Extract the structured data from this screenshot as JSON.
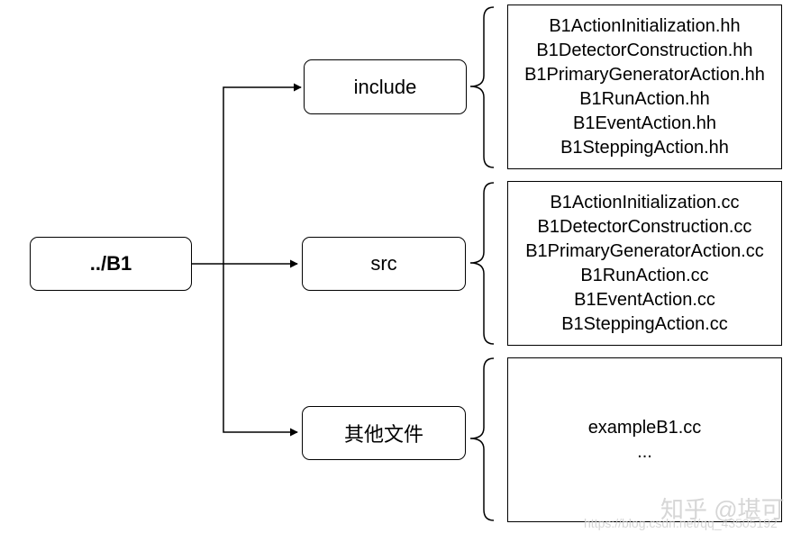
{
  "root": {
    "label": "../B1"
  },
  "folders": [
    {
      "label": "include",
      "files": [
        "B1ActionInitialization.hh",
        "B1DetectorConstruction.hh",
        "B1PrimaryGeneratorAction.hh",
        "B1RunAction.hh",
        "B1EventAction.hh",
        "B1SteppingAction.hh"
      ]
    },
    {
      "label": "src",
      "files": [
        "B1ActionInitialization.cc",
        "B1DetectorConstruction.cc",
        "B1PrimaryGeneratorAction.cc",
        "B1RunAction.cc",
        "B1EventAction.cc",
        "B1SteppingAction.cc"
      ]
    },
    {
      "label": "其他文件",
      "files": [
        "exampleB1.cc",
        "..."
      ]
    }
  ],
  "watermark": {
    "zhihu": "知乎 @堪可",
    "csdn": "https://blog.csdn.net/qq_43505192"
  },
  "colors": {
    "stroke": "#000000",
    "background": "#ffffff",
    "watermark": "#cfcfcf"
  }
}
